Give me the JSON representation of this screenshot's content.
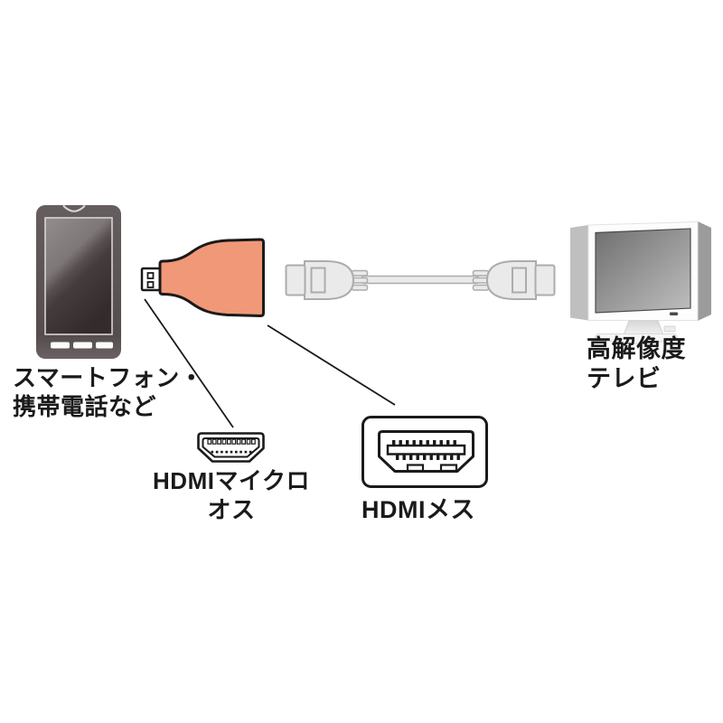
{
  "colors": {
    "adapter_body": "#F09878",
    "outline": "#1A1A1A",
    "cable_fill": "#EAEAEA",
    "cable_stroke": "#ACACAC"
  },
  "labels": {
    "smartphone_line1": "スマートフォン・",
    "smartphone_line2": "携帯電話など",
    "micro_line1": "HDMIマイクロ",
    "micro_line2": "オス",
    "female": "HDMIメス",
    "tv_line1": "高解像度",
    "tv_line2": "テレビ"
  },
  "illustrations": {
    "smartphone": "smartphone",
    "adapter": "hdmi-micro-adapter",
    "cable": "hdmi-cable",
    "tv": "high-resolution-tv",
    "micro_plug_diagram": "hdmi-micro-male-connector",
    "female_port_diagram": "hdmi-female-port"
  }
}
